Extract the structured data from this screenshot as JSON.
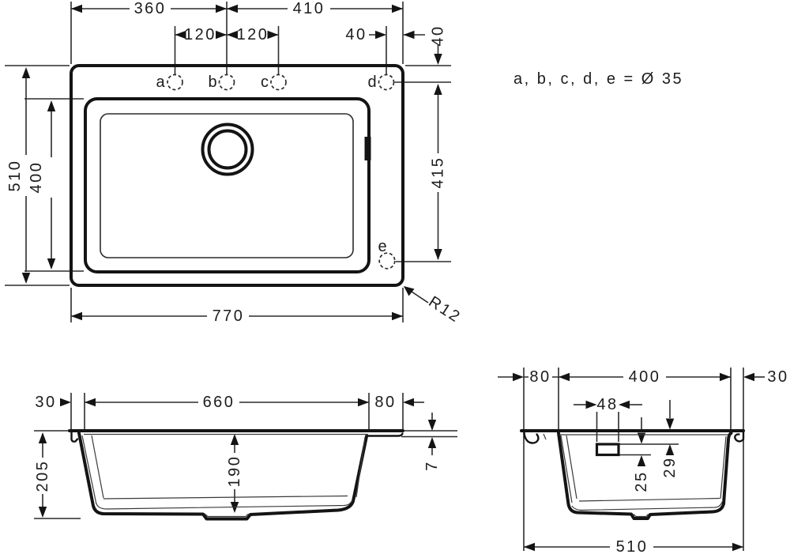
{
  "note": "a, b, c, d, e = Ø 35",
  "top_view": {
    "dim_360": "360",
    "dim_410": "410",
    "dim_120_ab": "120",
    "dim_120_bc": "120",
    "dim_40_d": "40",
    "dim_40_top": "40",
    "dim_415": "415",
    "dim_510": "510",
    "dim_400": "400",
    "dim_770": "770",
    "radius_label": "R12",
    "hole_a": "a",
    "hole_b": "b",
    "hole_c": "c",
    "hole_d": "d",
    "hole_e": "e"
  },
  "front_view": {
    "dim_30": "30",
    "dim_660": "660",
    "dim_80": "80",
    "dim_205": "205",
    "dim_190": "190",
    "dim_7": "7"
  },
  "side_view": {
    "dim_80": "80",
    "dim_400": "400",
    "dim_30": "30",
    "dim_48": "48",
    "dim_25": "25",
    "dim_29": "29",
    "dim_510": "510"
  }
}
